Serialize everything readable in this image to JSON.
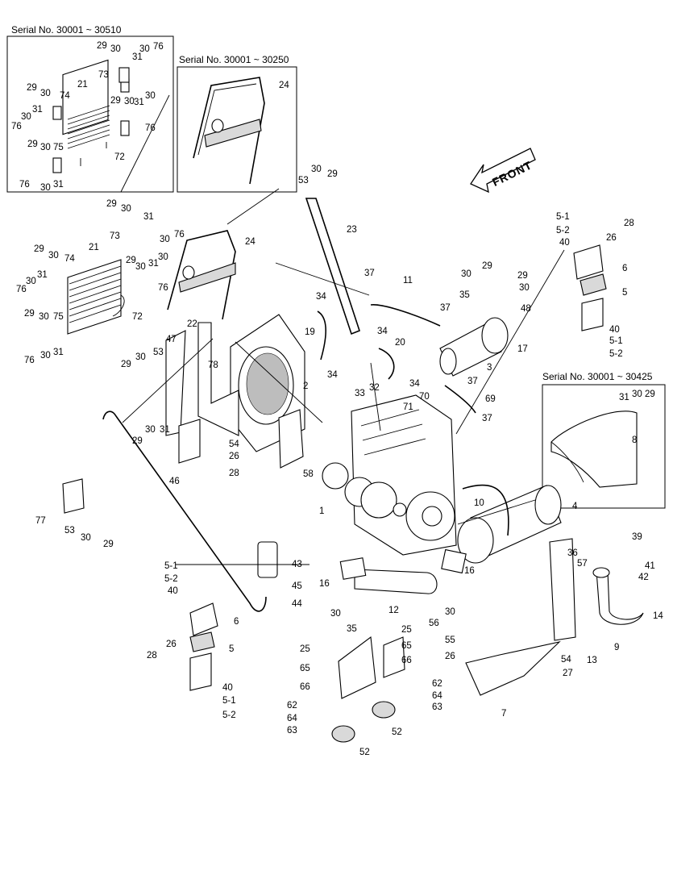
{
  "serials": {
    "box1": "Serial No. 30001 ~ 30510",
    "box2": "Serial No. 30001 ~ 30250",
    "box3": "Serial No.  30001 ~ 30425"
  },
  "front_label": "FRONT",
  "labels": [
    "29",
    "30",
    "31",
    "76",
    "73",
    "21",
    "74",
    "72",
    "75",
    "24",
    "53",
    "23",
    "22",
    "47",
    "78",
    "19",
    "34",
    "37",
    "11",
    "20",
    "33",
    "32",
    "3",
    "17",
    "48",
    "35",
    "5-1",
    "5-2",
    "40",
    "28",
    "26",
    "6",
    "5",
    "8",
    "2",
    "71",
    "70",
    "69",
    "54",
    "46",
    "58",
    "1",
    "10",
    "4",
    "39",
    "36",
    "57",
    "41",
    "42",
    "9",
    "14",
    "13",
    "16",
    "12",
    "56",
    "25",
    "65",
    "66",
    "62",
    "64",
    "63",
    "52",
    "55",
    "27",
    "7",
    "43",
    "45",
    "44",
    "77"
  ]
}
